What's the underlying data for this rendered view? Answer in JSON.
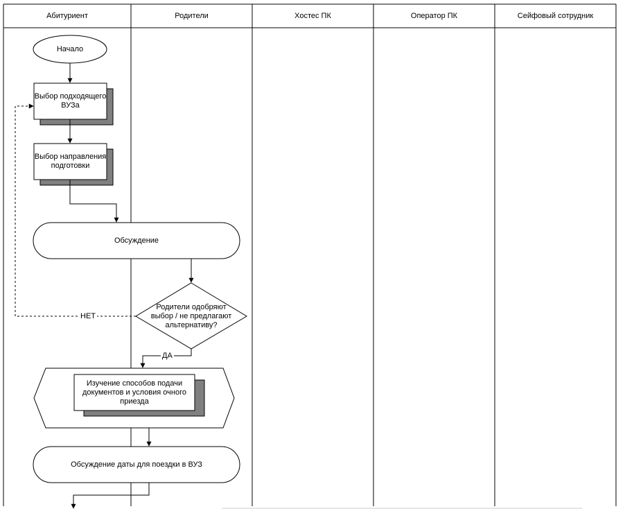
{
  "lanes": [
    {
      "title": "Абитуриент"
    },
    {
      "title": "Родители"
    },
    {
      "title": "Хостес ПК"
    },
    {
      "title": "Оператор ПК"
    },
    {
      "title": "Сейфовый сотрудник"
    }
  ],
  "nodes": {
    "start": "Начало",
    "choose_university": "Выбор подходящего\nВУЗа",
    "choose_program": "Выбор направления\nподготовки",
    "discussion": "Обсуждение",
    "decision": "Родители одобряют\nвыбор / не предлагают\nальтернативу?",
    "study_methods": "Изучение способов подачи\nдокументов и условия очного\nприезда",
    "discuss_date": "Обсуждение даты для поездки в ВУЗ"
  },
  "edges": {
    "no_label": "НЕТ",
    "yes_label": "ДА"
  },
  "colors": {
    "stroke": "#000000",
    "shadow": "#808080",
    "background": "#ffffff"
  }
}
